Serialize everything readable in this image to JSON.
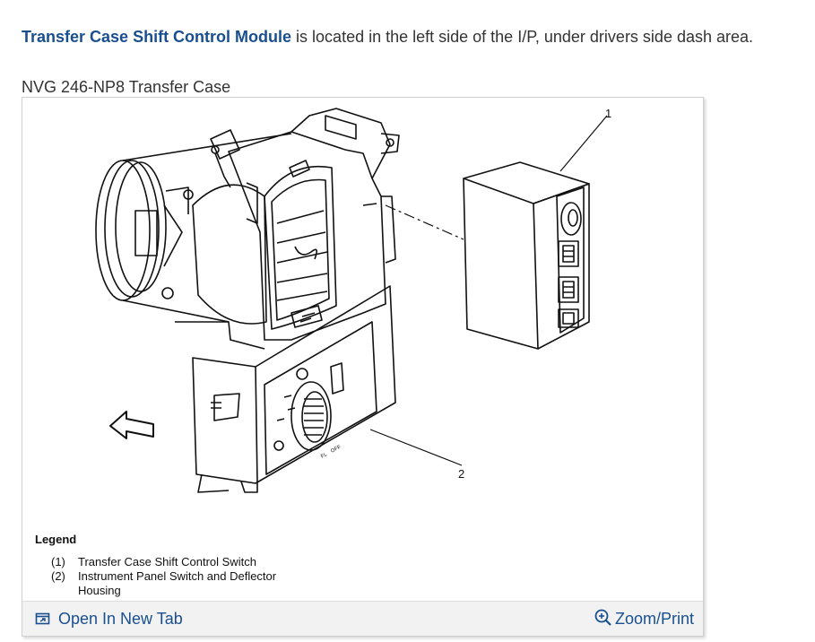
{
  "intro": {
    "lead_link": "Transfer Case Shift Control Module",
    "rest": " is located in the left side of the I/P, under drivers side dash area."
  },
  "caption": "NVG 246-NP8 Transfer Case",
  "figure": {
    "callouts": [
      "1",
      "2"
    ],
    "legend_title": "Legend",
    "legend": [
      {
        "num": "(1)",
        "text": "Transfer Case Shift Control Switch"
      },
      {
        "num": "(2)",
        "text": "Instrument Panel Switch and Deflector Housing"
      }
    ],
    "switch_labels": [
      "FL",
      "OFF"
    ]
  },
  "actions": {
    "open_tab": "Open In New Tab",
    "zoom": "Zoom/Print"
  },
  "colors": {
    "link": "#1a4f8f",
    "text": "#333333",
    "bar": "#f2f2f2"
  }
}
